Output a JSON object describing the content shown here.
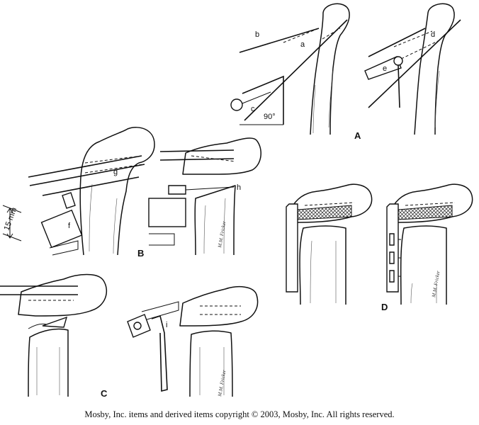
{
  "labels": {
    "a": "a",
    "b": "b",
    "c": "c",
    "d": "d",
    "e": "e",
    "f": "f",
    "g": "g",
    "h": "h",
    "i": "i",
    "angle": "90°",
    "measurement": "15 mm"
  },
  "panels": {
    "A": "A",
    "B": "B",
    "C": "C",
    "D": "D"
  },
  "signature": "M.M. Fricker",
  "copyright": "Mosby, Inc. items and derived items copyright © 2003, Mosby, Inc. All rights reserved."
}
